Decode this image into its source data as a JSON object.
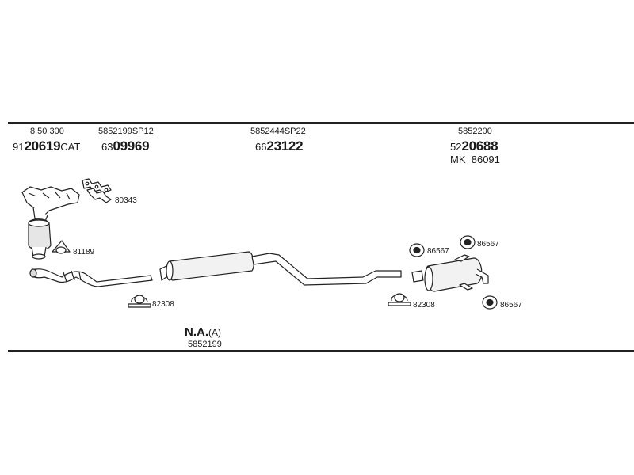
{
  "header": {
    "col1": {
      "ref": "8 50 300",
      "code_prefix": "91",
      "code_main": "20619",
      "code_suffix": "CAT"
    },
    "col2": {
      "ref": "5852199SP12",
      "code_prefix": "63",
      "code_main": "09969",
      "code_suffix": ""
    },
    "col3": {
      "ref": "5852444SP22",
      "code_prefix": "66",
      "code_main": "23122",
      "code_suffix": ""
    },
    "col4": {
      "ref": "5852200",
      "code_prefix": "52",
      "code_main": "20688",
      "code_suffix": "",
      "mk_label": "MK",
      "mk_value": "86091"
    }
  },
  "parts": {
    "gasket": "80343",
    "gasket_ring": "81189",
    "clamp_front": "82308",
    "clamp_rear": "82308",
    "rubber_mount_1": "86567",
    "rubber_mount_2": "86567",
    "rubber_mount_3": "86567"
  },
  "footer": {
    "na_label": "N.A.",
    "na_suffix": "(A)",
    "na_code": "5852199"
  },
  "colors": {
    "line": "#222222",
    "fill": "#ffffff",
    "shade": "#cfcfcf"
  }
}
